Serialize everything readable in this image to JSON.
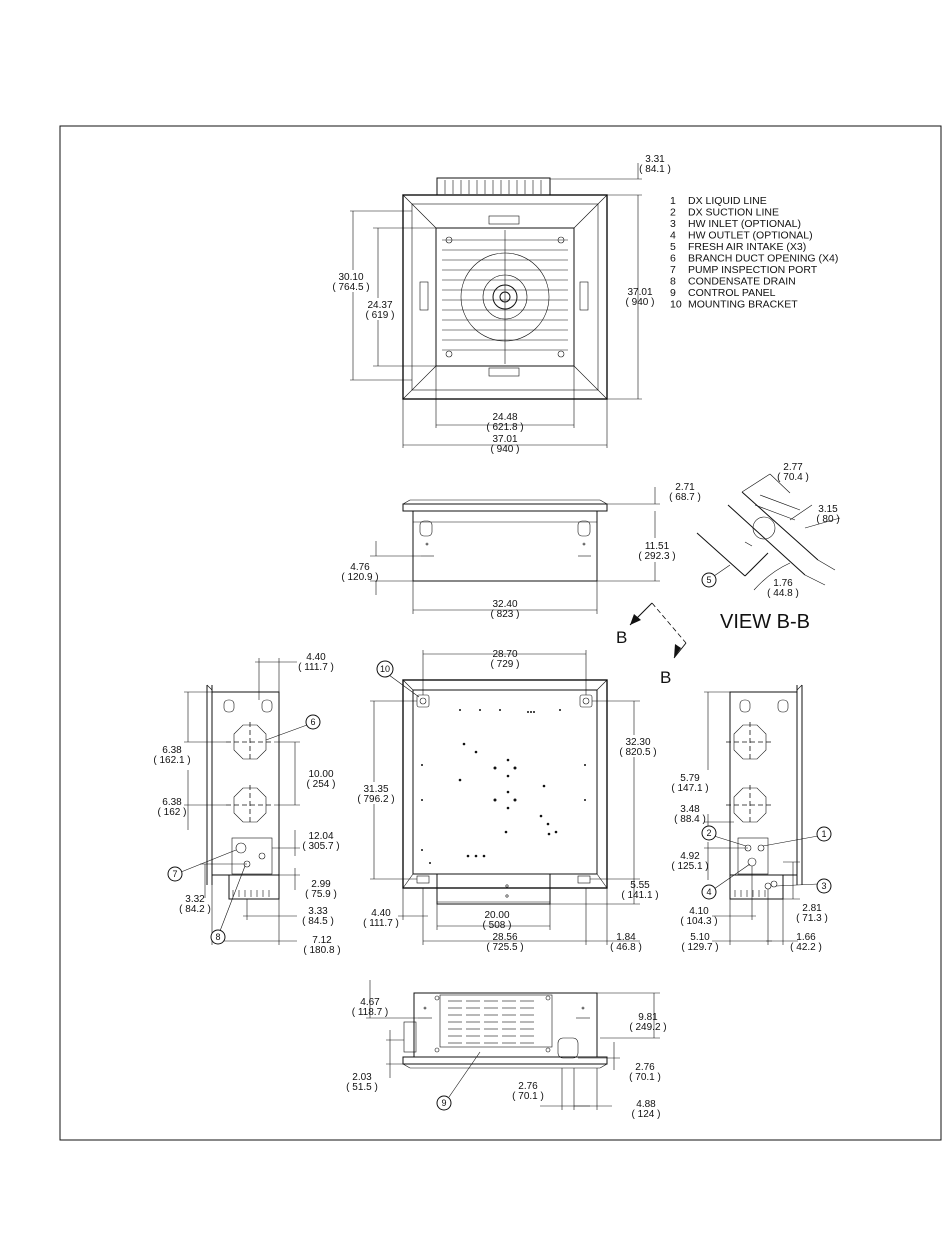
{
  "legend": [
    {
      "n": "1",
      "label": "DX LIQUID LINE"
    },
    {
      "n": "2",
      "label": "DX SUCTION LINE"
    },
    {
      "n": "3",
      "label": "HW INLET (OPTIONAL)"
    },
    {
      "n": "4",
      "label": "HW OUTLET (OPTIONAL)"
    },
    {
      "n": "5",
      "label": "FRESH AIR INTAKE (X3)"
    },
    {
      "n": "6",
      "label": "BRANCH DUCT OPENING (X4)"
    },
    {
      "n": "7",
      "label": "PUMP INSPECTION PORT"
    },
    {
      "n": "8",
      "label": "CONDENSATE DRAIN"
    },
    {
      "n": "9",
      "label": "CONTROL PANEL"
    },
    {
      "n": "10",
      "label": "MOUNTING BRACKET"
    }
  ],
  "view_label": "VIEW B-B",
  "section_letter": "B",
  "dims": {
    "top_331": [
      "3.31",
      "( 84.1 )"
    ],
    "top_3010": [
      "30.10",
      "( 764.5 )"
    ],
    "top_2437": [
      "24.37",
      "( 619 )"
    ],
    "top_3701v": [
      "37.01",
      "( 940 )"
    ],
    "top_2448": [
      "24.48",
      "( 621.8 )"
    ],
    "top_3701h": [
      "37.01",
      "( 940 )"
    ],
    "side_271": [
      "2.71",
      "( 68.7 )"
    ],
    "side_1151": [
      "11.51",
      "( 292.3 )"
    ],
    "side_476": [
      "4.76",
      "( 120.9 )"
    ],
    "side_3240": [
      "32.40",
      "( 823 )"
    ],
    "vb_277": [
      "2.77",
      "( 70.4 )"
    ],
    "vb_315": [
      "3.15",
      "( 80 )"
    ],
    "vb_176": [
      "1.76",
      "( 44.8 )"
    ],
    "l_440": [
      "4.40",
      "( 111.7 )"
    ],
    "l_638a": [
      "6.38",
      "( 162.1 )"
    ],
    "l_1000": [
      "10.00",
      "( 254 )"
    ],
    "l_638b": [
      "6.38",
      "( 162 )"
    ],
    "l_1204": [
      "12.04",
      "( 305.7 )"
    ],
    "l_299": [
      "2.99",
      "( 75.9 )"
    ],
    "l_332": [
      "3.32",
      "( 84.2 )"
    ],
    "l_333": [
      "3.33",
      "( 84.5 )"
    ],
    "l_712": [
      "7.12",
      "( 180.8 )"
    ],
    "b_2870": [
      "28.70",
      "( 729 )"
    ],
    "b_3135": [
      "31.35",
      "( 796.2 )"
    ],
    "b_3230": [
      "32.30",
      "( 820.5 )"
    ],
    "b_555": [
      "5.55",
      "( 141.1 )"
    ],
    "b_440": [
      "4.40",
      "( 111.7 )"
    ],
    "b_2000": [
      "20.00",
      "( 508 )"
    ],
    "b_2856": [
      "28.56",
      "( 725.5 )"
    ],
    "b_184": [
      "1.84",
      "( 46.8 )"
    ],
    "r_579": [
      "5.79",
      "( 147.1 )"
    ],
    "r_348": [
      "3.48",
      "( 88.4 )"
    ],
    "r_492": [
      "4.92",
      "( 125.1 )"
    ],
    "r_281": [
      "2.81",
      "( 71.3 )"
    ],
    "r_410": [
      "4.10",
      "( 104.3 )"
    ],
    "r_510": [
      "5.10",
      "( 129.7 )"
    ],
    "r_166": [
      "1.66",
      "( 42.2 )"
    ],
    "f_467": [
      "4.67",
      "( 118.7 )"
    ],
    "f_981": [
      "9.81",
      "( 249.2 )"
    ],
    "f_276r": [
      "2.76",
      "( 70.1 )"
    ],
    "f_203": [
      "2.03",
      "( 51.5 )"
    ],
    "f_276c": [
      "2.76",
      "( 70.1 )"
    ],
    "f_488": [
      "4.88",
      "( 124 )"
    ]
  }
}
